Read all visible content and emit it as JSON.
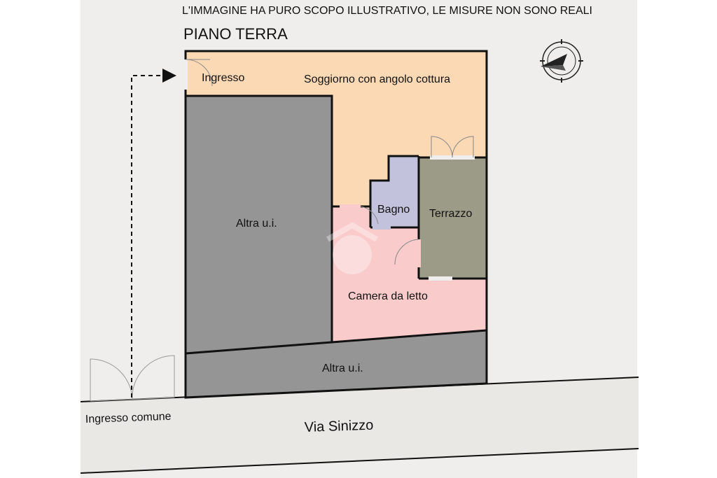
{
  "header": {
    "disclaimer": "L'IMMAGINE HA PURO SCOPO ILLUSTRATIVO, LE MISURE NON SONO REALI",
    "floor_title": "PIANO TERRA"
  },
  "rooms": {
    "entrance": "Ingresso",
    "living": "Soggiorno con angolo cottura",
    "bathroom": "Bagno",
    "terrace": "Terrazzo",
    "bedroom": "Camera da letto",
    "other_unit_left": "Altra u.i.",
    "other_unit_bottom": "Altra u.i."
  },
  "outside": {
    "common_entrance": "Ingresso comune",
    "street": "Via Sinizzo"
  },
  "icons": {
    "compass": "compass-icon",
    "arrow": "entry-arrow-icon"
  },
  "colors": {
    "living": "#fbd9b5",
    "bedroom": "#f9cbcb",
    "bathroom": "#c2c2dc",
    "terrace": "#9b9b87",
    "other_unit": "#959595",
    "background": "#efeeec"
  }
}
